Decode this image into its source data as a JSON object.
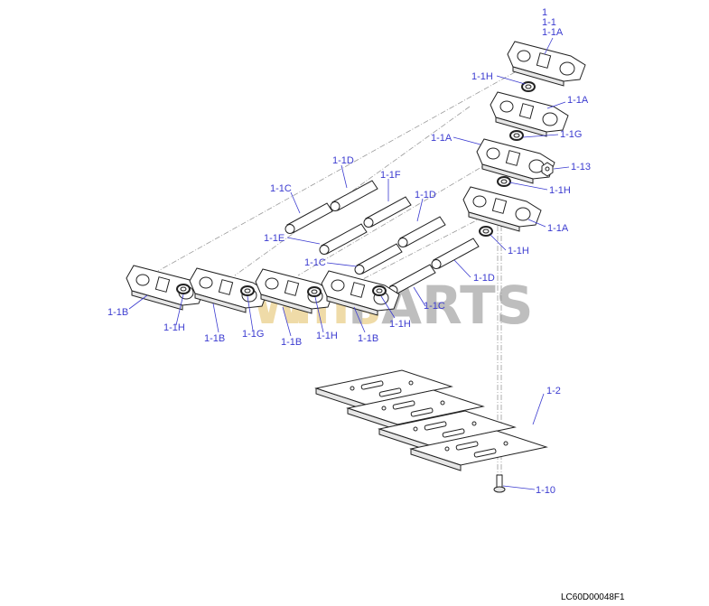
{
  "drawing_code": "LC60D00048F1",
  "watermark": {
    "left": "W",
    "mid": "ins",
    "right": "PARTS"
  },
  "colors": {
    "label": "#3b3bd0",
    "line": "#222222",
    "watermark_gold": "#e8c97a",
    "watermark_gray": "#9c9c9c"
  },
  "labels": {
    "h1": "1",
    "h2": "1-1",
    "h3": "1-1A",
    "a1H_top": "1-1H",
    "a1A_r1": "1-1A",
    "a1G_r": "1-1G",
    "a1A_mid": "1-1A",
    "a13": "1-13",
    "a1H_r2": "1-1H",
    "a1A_r2": "1-1A",
    "a1H_r3": "1-1H",
    "a1D_top": "1-1D",
    "a1F": "1-1F",
    "a1C_top": "1-1C",
    "a1D_mid": "1-1D",
    "a1E": "1-1E",
    "a1C_mid": "1-1C",
    "a1D_low": "1-1D",
    "a1C_low": "1-1C",
    "b1B_1": "1-1B",
    "b1H_1": "1-1H",
    "b1B_2": "1-1B",
    "b1G": "1-1G",
    "b1B_3": "1-1B",
    "b1H_2": "1-1H",
    "b1B_4": "1-1B",
    "b1H_3": "1-1H",
    "a12": "1-2",
    "a110": "1-10"
  }
}
